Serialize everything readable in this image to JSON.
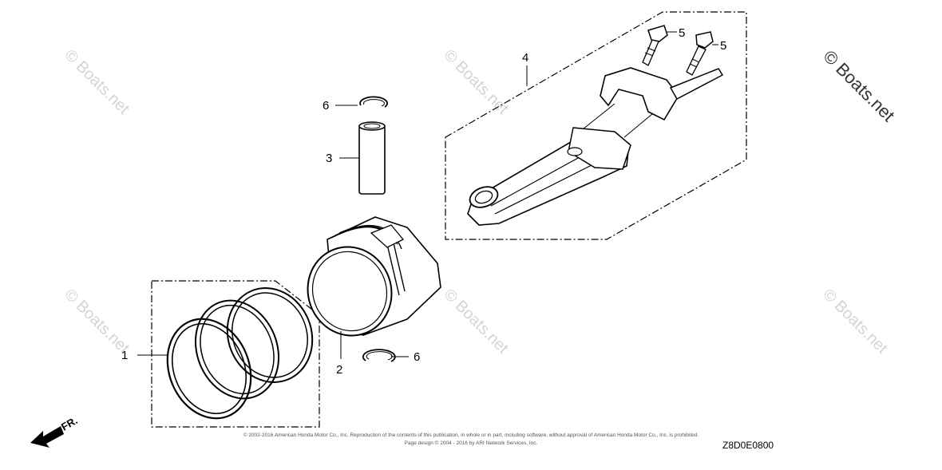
{
  "callouts": {
    "c1": "1",
    "c2": "2",
    "c3": "3",
    "c4": "4",
    "c5a": "5",
    "c5b": "5",
    "c6a": "6",
    "c6b": "6"
  },
  "watermark": {
    "text": "© Boats.net",
    "corner_text": "© Boats.net"
  },
  "front_indicator": "FR.",
  "diagram_code": "Z8D0E0800",
  "copyright": {
    "line1": "© 2002-2016 American Honda Motor Co., Inc. Reproduction of the contents of this publication, in whole or in part, including software, without approval of American Honda Motor Co., Inc. is prohibited.",
    "line2": "Page design © 2004 - 2016 by ARI Network Services, Inc."
  }
}
